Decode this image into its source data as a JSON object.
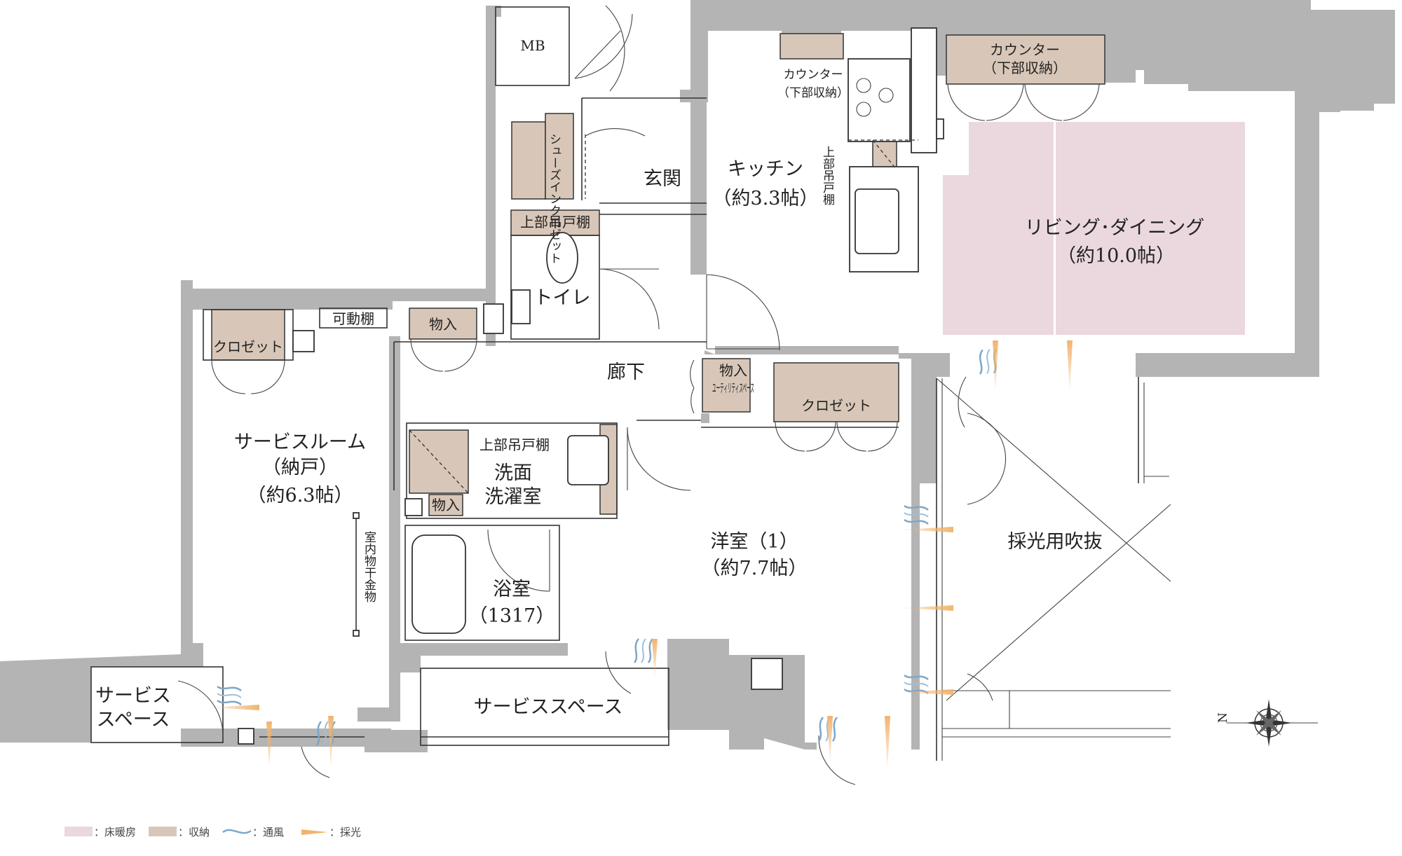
{
  "rooms": {
    "living": {
      "name": "リビング･ダイニング",
      "area": "（約10.0帖）"
    },
    "kitchen": {
      "name": "キッチン",
      "area": "（約3.3帖）"
    },
    "entrance": "玄関",
    "mb": "MB",
    "shoe_closet": "シューズインクロゼット",
    "upper_cabinet": "上部吊戸棚",
    "toilet": "トイレ",
    "hallway": "廊下",
    "storage": "物入",
    "utility": "ユーティリティスペース",
    "closet": "クロゼット",
    "movable_shelf": "可動棚",
    "service_room": {
      "name": "サービスルーム",
      "sub": "（納戸）",
      "area": "（約6.3帖）"
    },
    "indoor_drying": "室内物干金物",
    "washroom": {
      "line1": "洗面",
      "line2": "洗濯室"
    },
    "bath": {
      "name": "浴室",
      "size": "（1317）"
    },
    "western_room": {
      "name": "洋室（1）",
      "area": "（約7.7帖）"
    },
    "light_well": "採光用吹抜",
    "service_space_left": {
      "line1": "サービス",
      "line2": "スペース"
    },
    "service_space_bottom": "サービススペース",
    "counter_left": {
      "line1": "カウンター",
      "line2": "（下部収納）"
    },
    "counter_right": {
      "line1": "カウンター",
      "line2": "（下部収納）"
    }
  },
  "compass": {
    "label": "N"
  },
  "legend": {
    "floor_heating": "：床暖房",
    "storage": "：収納",
    "ventilation": "：通風",
    "daylight": "：採光"
  },
  "colors": {
    "wall": "#b4b4b4",
    "storage": "#d8c7b8",
    "floor_heating": "#ead8de",
    "ventilation": "#7ea6c8",
    "daylight": "#f1b46e"
  }
}
